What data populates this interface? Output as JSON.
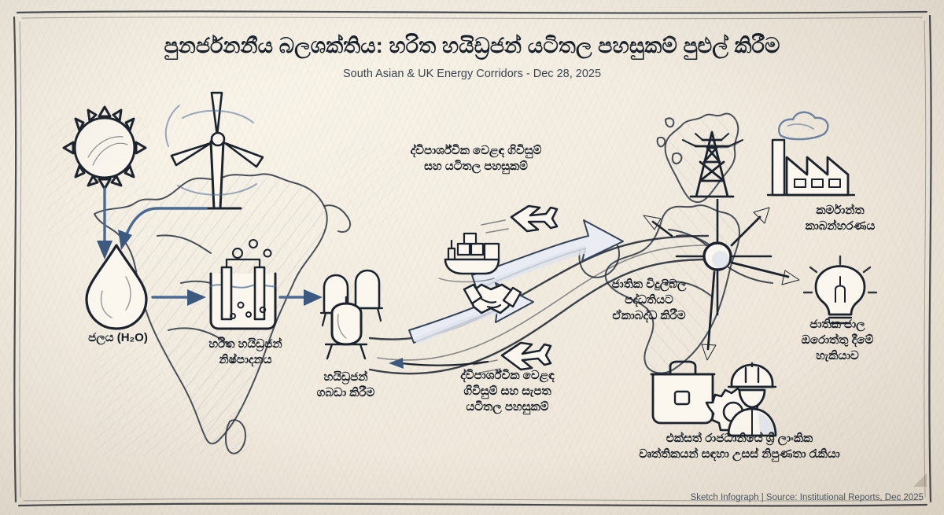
{
  "meta": {
    "background_color": "#f3ede2",
    "ink_color": "#1b232e",
    "accent_color": "#4a6a93"
  },
  "header": {
    "title": "පුනර්ජනනීය බලශක්තිය: හරිත හයිඩ්‍රජන් යටිතල පහසුකම් පුළුල් කිරීම",
    "subtitle": "South Asian & UK Energy Corridors - Dec 28, 2025"
  },
  "labels": {
    "water": "ජලය (H₂O)",
    "electrolysis": "හරිත හයිඩ්‍රජන්\nනිෂ්පාදනය",
    "storage": "හයිඩ්‍රජන්\nගබඩා කිරීම",
    "trade_top": "ද්විපාර්ශ්වික වෙළඳ ගිවිසුම්\nසහ යටිතල පහසුකම්",
    "trade_bottom": "ද්විපාර්ශ්වික වෙළඳ\nගිවිසුම් සහ සැපත\nයටිතල පහසුකම්",
    "grid_integration": "ජාතික විදුලිබල\nපද්ධතියට\nඒකාබද්ධ කිරීම",
    "industry": "කර්මාන්ත\nකාබන්හරණය",
    "grid_resilience": "ජාතික ජාල\nඔරොත්තු දීමේ\nහැකියාව",
    "jobs": "එක්සත් රාජධානියේ ශ්‍රී ලාංකික\nවෘත්තිකයන් සඳහා උසස් නිපුණතා රැකියා"
  },
  "icons": {
    "sun": "sun-icon",
    "wind_turbine": "wind-turbine-icon",
    "water_drop": "water-drop-icon",
    "electrolyser": "electrolyser-icon",
    "hydrogen_tanks": "hydrogen-tank-icon",
    "cargo_ship": "cargo-ship-icon",
    "airplane_top": "airplane-icon",
    "airplane_bottom": "airplane-icon",
    "handshake": "handshake-icon",
    "pylon": "power-pylon-icon",
    "grid_hub": "grid-hub-icon",
    "factory": "factory-icon",
    "lightbulb": "lightbulb-icon",
    "briefcase": "briefcase-icon",
    "gear": "gear-icon",
    "worker": "worker-helmet-icon",
    "india_map": "india-map-outline",
    "uk_map": "uk-map-outline"
  },
  "footer": {
    "credit": "Sketch Infograph | Source: Institutional Reports, Dec 2025"
  }
}
